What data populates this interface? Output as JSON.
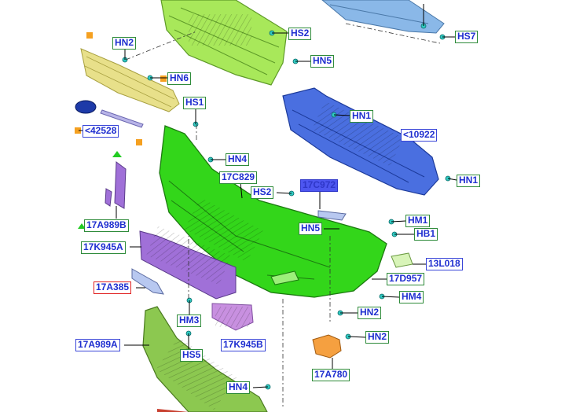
{
  "diagram": {
    "callouts": [
      {
        "id": "hn2-top",
        "text": "HN2"
      },
      {
        "id": "hs2-a",
        "text": "HS2"
      },
      {
        "id": "hn5-a",
        "text": "HN5"
      },
      {
        "id": "hn6",
        "text": "HN6"
      },
      {
        "id": "hs1",
        "text": "HS1"
      },
      {
        "id": "ref-42528",
        "text": "<42528"
      },
      {
        "id": "hs7",
        "text": "HS7"
      },
      {
        "id": "hn1-a",
        "text": "HN1"
      },
      {
        "id": "ref-10922",
        "text": "<10922"
      },
      {
        "id": "hn1-b",
        "text": "HN1"
      },
      {
        "id": "hn4-a",
        "text": "HN4"
      },
      {
        "id": "p17c829",
        "text": "17C829"
      },
      {
        "id": "hs2-b",
        "text": "HS2"
      },
      {
        "id": "p17c972",
        "text": "17C972"
      },
      {
        "id": "p17a989b",
        "text": "17A989B"
      },
      {
        "id": "hn5-b",
        "text": "HN5"
      },
      {
        "id": "hm1",
        "text": "HM1"
      },
      {
        "id": "hb1",
        "text": "HB1"
      },
      {
        "id": "p17k945a",
        "text": "17K945A"
      },
      {
        "id": "p13l018",
        "text": "13L018"
      },
      {
        "id": "p17a385",
        "text": "17A385"
      },
      {
        "id": "p17d957",
        "text": "17D957"
      },
      {
        "id": "hm4",
        "text": "HM4"
      },
      {
        "id": "hm3",
        "text": "HM3"
      },
      {
        "id": "hn2-b",
        "text": "HN2"
      },
      {
        "id": "p17a989a",
        "text": "17A989A"
      },
      {
        "id": "p17k945b",
        "text": "17K945B"
      },
      {
        "id": "hn2-c",
        "text": "HN2"
      },
      {
        "id": "hs5",
        "text": "HS5"
      },
      {
        "id": "p17a780",
        "text": "17A780"
      },
      {
        "id": "hn4-b",
        "text": "HN4"
      }
    ],
    "colors": {
      "upper_grille": "#a8e85a",
      "bumper_cover": "#33d61a",
      "reinforcement": "#4a6fe0",
      "grille_trim": "#e8e08a",
      "lower_panel": "#a070d8",
      "lower_grille": "#8cc850",
      "fog_lamp": "#f5a040",
      "top_bracket": "#8ab8e8",
      "clip": "#30c8c0",
      "callout_border": "#2e8b3a",
      "callout_text": "#1f2fd0"
    }
  }
}
